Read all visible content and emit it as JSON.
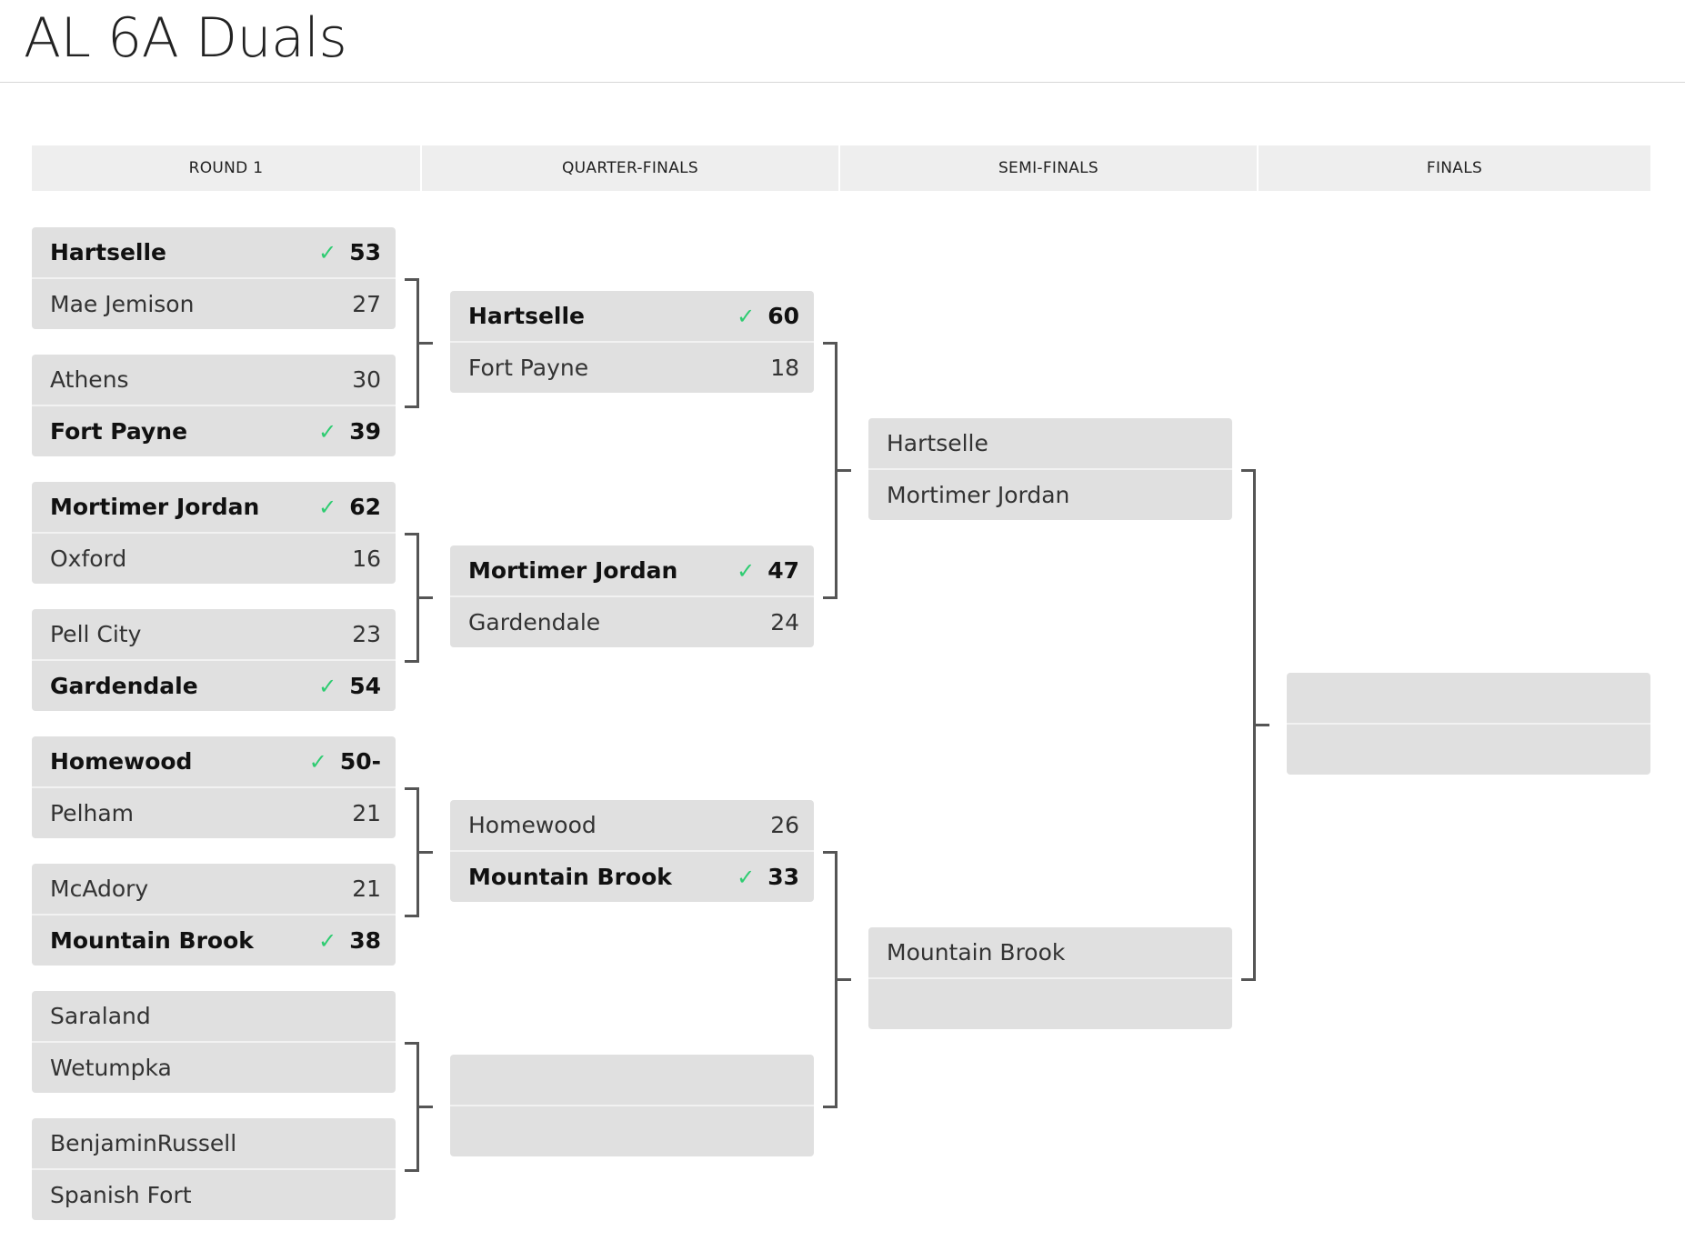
{
  "page": {
    "title": "AL 6A Duals"
  },
  "rounds": [
    "ROUND 1",
    "QUARTER-FINALS",
    "SEMI-FINALS",
    "FINALS"
  ],
  "colors": {
    "check": "#2ecc71",
    "card": "#e0e0e0",
    "header": "#eeeeee",
    "connector": "#555555"
  },
  "round1": [
    {
      "top": {
        "team": "Hartselle",
        "score": "53",
        "win": true
      },
      "bottom": {
        "team": "Mae Jemison",
        "score": "27",
        "win": false
      }
    },
    {
      "top": {
        "team": "Athens",
        "score": "30",
        "win": false
      },
      "bottom": {
        "team": "Fort Payne",
        "score": "39",
        "win": true
      }
    },
    {
      "top": {
        "team": "Mortimer Jordan",
        "score": "62",
        "win": true
      },
      "bottom": {
        "team": "Oxford",
        "score": "16",
        "win": false
      }
    },
    {
      "top": {
        "team": "Pell City",
        "score": "23",
        "win": false
      },
      "bottom": {
        "team": "Gardendale",
        "score": "54",
        "win": true
      }
    },
    {
      "top": {
        "team": "Homewood",
        "score": "50-",
        "win": true
      },
      "bottom": {
        "team": "Pelham",
        "score": "21",
        "win": false
      }
    },
    {
      "top": {
        "team": "McAdory",
        "score": "21",
        "win": false
      },
      "bottom": {
        "team": "Mountain Brook",
        "score": "38",
        "win": true
      }
    },
    {
      "top": {
        "team": "Saraland",
        "score": "",
        "win": false
      },
      "bottom": {
        "team": "Wetumpka",
        "score": "",
        "win": false
      }
    },
    {
      "top": {
        "team": "BenjaminRussell",
        "score": "",
        "win": false
      },
      "bottom": {
        "team": "Spanish Fort",
        "score": "",
        "win": false
      }
    }
  ],
  "quarterfinals": [
    {
      "top": {
        "team": "Hartselle",
        "score": "60",
        "win": true
      },
      "bottom": {
        "team": "Fort Payne",
        "score": "18",
        "win": false
      }
    },
    {
      "top": {
        "team": "Mortimer Jordan",
        "score": "47",
        "win": true
      },
      "bottom": {
        "team": "Gardendale",
        "score": "24",
        "win": false
      }
    },
    {
      "top": {
        "team": "Homewood",
        "score": "26",
        "win": false
      },
      "bottom": {
        "team": "Mountain Brook",
        "score": "33",
        "win": true
      }
    },
    {
      "top": {
        "team": "",
        "score": "",
        "win": false
      },
      "bottom": {
        "team": "",
        "score": "",
        "win": false
      }
    }
  ],
  "semifinals": [
    {
      "top": {
        "team": "Hartselle",
        "score": "",
        "win": false
      },
      "bottom": {
        "team": "Mortimer Jordan",
        "score": "",
        "win": false
      }
    },
    {
      "top": {
        "team": "Mountain Brook",
        "score": "",
        "win": false
      },
      "bottom": {
        "team": "",
        "score": "",
        "win": false
      }
    }
  ],
  "finals": [
    {
      "top": {
        "team": "",
        "score": "",
        "win": false
      },
      "bottom": {
        "team": "",
        "score": "",
        "win": false
      }
    }
  ]
}
